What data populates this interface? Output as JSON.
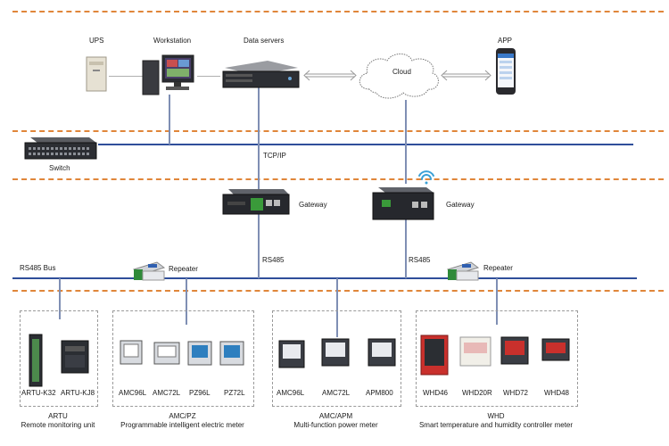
{
  "top_layer": {
    "ups": "UPS",
    "workstation": "Workstation",
    "data_servers": "Data servers",
    "cloud": "Cloud",
    "app": "APP"
  },
  "network": {
    "switch": "Switch",
    "tcpip": "TCP/IP",
    "gateway_left": "Gateway",
    "gateway_right": "Gateway",
    "rs485_left": "RS485",
    "rs485_right": "RS485",
    "rs485_bus": "RS485 Bus",
    "repeater_left": "Repeater",
    "repeater_right": "Repeater"
  },
  "groups": [
    {
      "devices": [
        "ARTU-K32",
        "ARTU-KJ8"
      ],
      "name": "ARTU",
      "desc": "Remote monitoring unit"
    },
    {
      "devices": [
        "AMC96L",
        "AMC72L",
        "PZ96L",
        "PZ72L"
      ],
      "name": "AMC/PZ",
      "desc": "Programmable intelligent electric meter"
    },
    {
      "devices": [
        "AMC96L",
        "AMC72L",
        "APM800"
      ],
      "name": "AMC/APM",
      "desc": "Multi-function power meter"
    },
    {
      "devices": [
        "WHD46",
        "WHD20R",
        "WHD72",
        "WHD48"
      ],
      "name": "WHD",
      "desc": "Smart temperature and humidity controller meter"
    }
  ],
  "colors": {
    "layer_separator": "#e0863a",
    "bus_line": "#2f4e9a",
    "device_dark": "#2b2e33",
    "meter_screen": "#2e7fbf",
    "whd_red": "#c9302c"
  }
}
